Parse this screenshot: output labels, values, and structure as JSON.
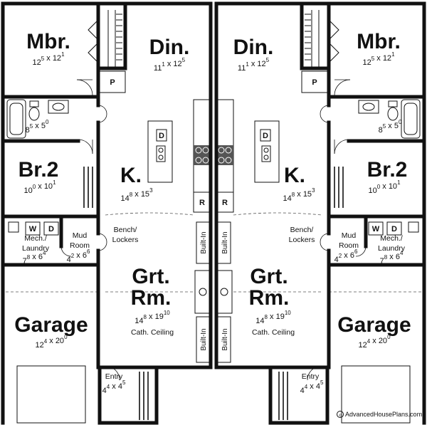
{
  "units": {
    "left": {
      "mbr": {
        "name": "Mbr.",
        "w": "12",
        "ws": "5",
        "d": "12",
        "ds": "1"
      },
      "din": {
        "name": "Din.",
        "w": "11",
        "ws": "1",
        "d": "12",
        "ds": "5"
      },
      "bath": {
        "w": "8",
        "ws": "5",
        "d": "5",
        "ds": "0"
      },
      "br2": {
        "name": "Br.2",
        "w": "10",
        "ws": "0",
        "d": "10",
        "ds": "1"
      },
      "kitchen": {
        "name": "K.",
        "w": "14",
        "ws": "8",
        "d": "15",
        "ds": "3"
      },
      "mech": {
        "name1": "Mech./",
        "name2": "Laundry",
        "w": "7",
        "ws": "8",
        "d": "6",
        "ds": "4"
      },
      "mud": {
        "name1": "Mud",
        "name2": "Room",
        "w": "4",
        "ws": "2",
        "d": "6",
        "ds": "6"
      },
      "bench": {
        "line1": "Bench/",
        "line2": "Lockers"
      },
      "grt": {
        "name1": "Grt.",
        "name2": "Rm.",
        "w": "14",
        "ws": "8",
        "d": "19",
        "ds": "10",
        "note": "Cath. Ceiling"
      },
      "garage": {
        "name": "Garage",
        "w": "12",
        "ws": "4",
        "d": "20",
        "ds": "0"
      },
      "entry": {
        "name": "Entry",
        "w": "4",
        "ws": "4",
        "d": "4",
        "ds": "5"
      }
    },
    "right": {
      "mbr": {
        "name": "Mbr.",
        "w": "12",
        "ws": "5",
        "d": "12",
        "ds": "1"
      },
      "din": {
        "name": "Din.",
        "w": "11",
        "ws": "1",
        "d": "12",
        "ds": "5"
      },
      "bath": {
        "w": "8",
        "ws": "5",
        "d": "5",
        "ds": "0"
      },
      "br2": {
        "name": "Br.2",
        "w": "10",
        "ws": "0",
        "d": "10",
        "ds": "1"
      },
      "kitchen": {
        "name": "K.",
        "w": "14",
        "ws": "8",
        "d": "15",
        "ds": "3"
      },
      "mech": {
        "name1": "Mech./",
        "name2": "Laundry",
        "w": "7",
        "ws": "8",
        "d": "6",
        "ds": "4"
      },
      "mud": {
        "name1": "Mud",
        "name2": "Room",
        "w": "4",
        "ws": "2",
        "d": "6",
        "ds": "6"
      },
      "bench": {
        "line1": "Bench/",
        "line2": "Lockers"
      },
      "grt": {
        "name1": "Grt.",
        "name2": "Rm.",
        "w": "14",
        "ws": "8",
        "d": "19",
        "ds": "10",
        "note": "Cath. Ceiling"
      },
      "garage": {
        "name": "Garage",
        "w": "12",
        "ws": "4",
        "d": "20",
        "ds": "0"
      },
      "entry": {
        "name": "Entry",
        "w": "4",
        "ws": "4",
        "d": "4",
        "ds": "5"
      }
    }
  },
  "fixtures": {
    "pantry": "P",
    "dishwasher": "D",
    "refrigerator": "R",
    "washer": "W",
    "dryer": "D",
    "builtin": "Built-In"
  },
  "dimension_separator": " x ",
  "watermark": "AdvancedHousePlans.com"
}
